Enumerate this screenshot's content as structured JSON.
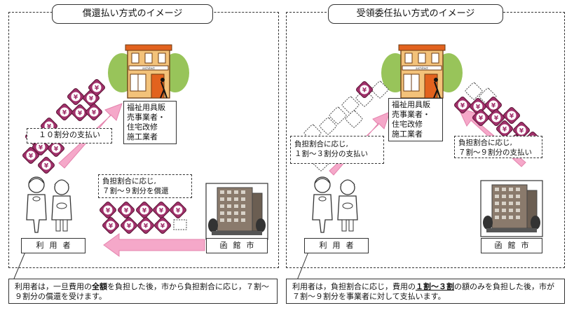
{
  "left": {
    "title": "償還払い方式のイメージ",
    "vendor_label": "福祉用具販\n売事業者・\n住宅改修\n施工業者",
    "payment_label": "１０割分の支払い",
    "reimburse_label": "負担割合に応じ,\n７割～９割分を償還",
    "user_label": "利用者",
    "city_label": "函館市",
    "note_pre": "利用者は，一旦費用の",
    "note_bold": "全額",
    "note_post": "を負担した後，市から負担割合に応じ，７割～９割分の償還を受けます。"
  },
  "right": {
    "title": "受領委任払い方式のイメージ",
    "vendor_label": "福祉用具販\n売事業者・\n住宅改修\n施工業者",
    "user_payment_label": "負担割合に応じ,\n１割～３割分の支払い",
    "city_payment_label": "負担割合に応じ,\n７割～９割分の支払い",
    "user_label": "利用者",
    "city_label": "函館市",
    "note_pre": "利用者は，負担割合に応じ，費用の",
    "note_bold": "１割～３割",
    "note_post": "の額のみを負担した後，市が７割～９割分を事業者に対して支払います。"
  },
  "colors": {
    "coin": "#a0306a",
    "arrow": "#f5a8c9",
    "roof": "#e2621e",
    "tree": "#98c45a"
  },
  "shop_sign": "architect"
}
